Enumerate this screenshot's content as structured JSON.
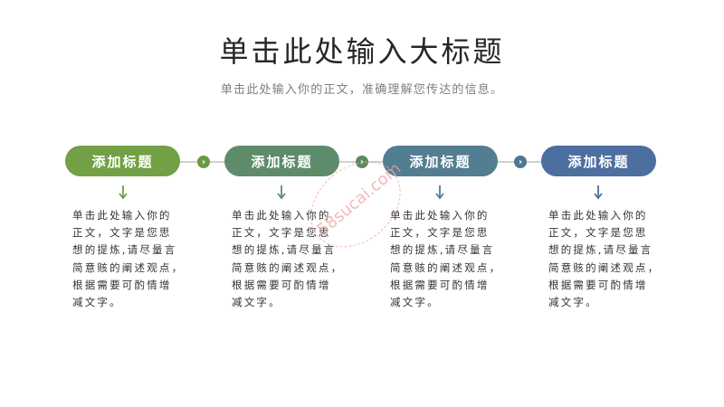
{
  "header": {
    "title": "单击此处输入大标题",
    "subtitle": "单击此处输入你的正文，准确理解您传达的信息。"
  },
  "colors": {
    "step1": "#72a044",
    "step2": "#5e8c6a",
    "step3": "#537e92",
    "step4": "#4d6fa0",
    "connector_line": "#d0d0d0",
    "body_text": "#333333"
  },
  "steps": [
    {
      "label": "添加标题",
      "lines": [
        "单击此处输入你的",
        "正文，文字是您思",
        "想的提炼,请尽量言",
        "简意赅的阐述观点，",
        "根据需要可酌情增",
        "减文字。"
      ]
    },
    {
      "label": "添加标题",
      "lines": [
        "单击此处输入你的",
        "正文，文字是您思",
        "想的提炼,请尽量言",
        "简意赅的阐述观点，",
        "根据需要可酌情增",
        "减文字。"
      ]
    },
    {
      "label": "添加标题",
      "lines": [
        "单击此处输入你的",
        "正文，文字是您思",
        "想的提炼,请尽量言",
        "简意赅的阐述观点，",
        "根据需要可酌情增",
        "减文字。"
      ]
    },
    {
      "label": "添加标题",
      "lines": [
        "单击此处输入你的",
        "正文，文字是您思",
        "想的提炼,请尽量言",
        "简意赅的阐述观点，",
        "根据需要可酌情增",
        "减文字。"
      ]
    }
  ],
  "connectors": [
    {
      "icon": "chevron-right-icon",
      "glyph": "›"
    },
    {
      "icon": "chevron-right-icon",
      "glyph": "›"
    },
    {
      "icon": "chevron-right-icon",
      "glyph": "›"
    }
  ],
  "watermark": {
    "text": "58sucai.com"
  }
}
